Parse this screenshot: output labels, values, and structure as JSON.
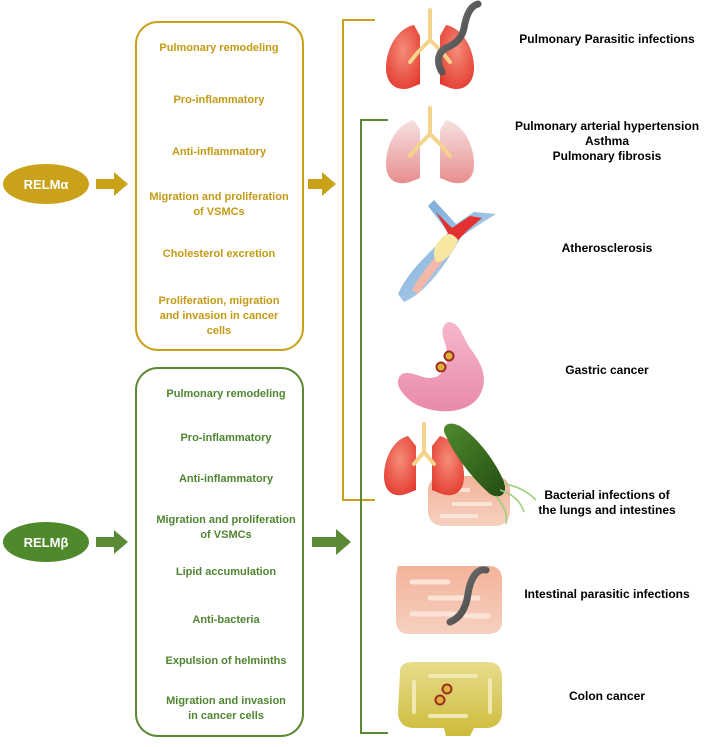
{
  "colors": {
    "alpha": "#c9a21a",
    "alpha_text": "#c49a14",
    "alpha_pill": "#c9a21a",
    "beta": "#5a8a35",
    "beta_text": "#4f8530",
    "beta_pill": "#4e8a2c"
  },
  "relm_alpha": {
    "label": "RELMα",
    "functions": [
      [
        "Pulmonary remodeling"
      ],
      [
        "Pro-inflammatory"
      ],
      [
        "Anti-inflammatory"
      ],
      [
        "Migration and proliferation",
        "of VSMCs"
      ],
      [
        "Cholesterol excretion"
      ],
      [
        "Proliferation, migration",
        "and invasion in cancer",
        "cells"
      ]
    ]
  },
  "relm_beta": {
    "label": "RELMβ",
    "functions": [
      [
        "Pulmonary remodeling"
      ],
      [
        "Pro-inflammatory"
      ],
      [
        "Anti-inflammatory"
      ],
      [
        "Migration and proliferation",
        "of VSMCs"
      ],
      [
        "Lipid accumulation"
      ],
      [
        "Anti-bacteria"
      ],
      [
        "Expulsion of helminths"
      ],
      [
        "Migration and invasion",
        "in cancer cells"
      ]
    ]
  },
  "diseases": [
    {
      "lines": [
        "Pulmonary Parasitic infections"
      ],
      "icon": "lungs-worm-icon"
    },
    {
      "lines": [
        "Pulmonary arterial hypertension",
        "Asthma",
        "Pulmonary fibrosis"
      ],
      "icon": "lungs-pale-icon"
    },
    {
      "lines": [
        "Atherosclerosis"
      ],
      "icon": "artery-icon"
    },
    {
      "lines": [
        "Gastric cancer"
      ],
      "icon": "stomach-icon"
    },
    {
      "lines": [
        "Bacterial infections of",
        "the lungs and intestines"
      ],
      "icon": "lungs-intestine-bacteria-icon"
    },
    {
      "lines": [
        "Intestinal parasitic infections"
      ],
      "icon": "intestine-worm-icon"
    },
    {
      "lines": [
        "Colon cancer"
      ],
      "icon": "colon-icon"
    }
  ]
}
